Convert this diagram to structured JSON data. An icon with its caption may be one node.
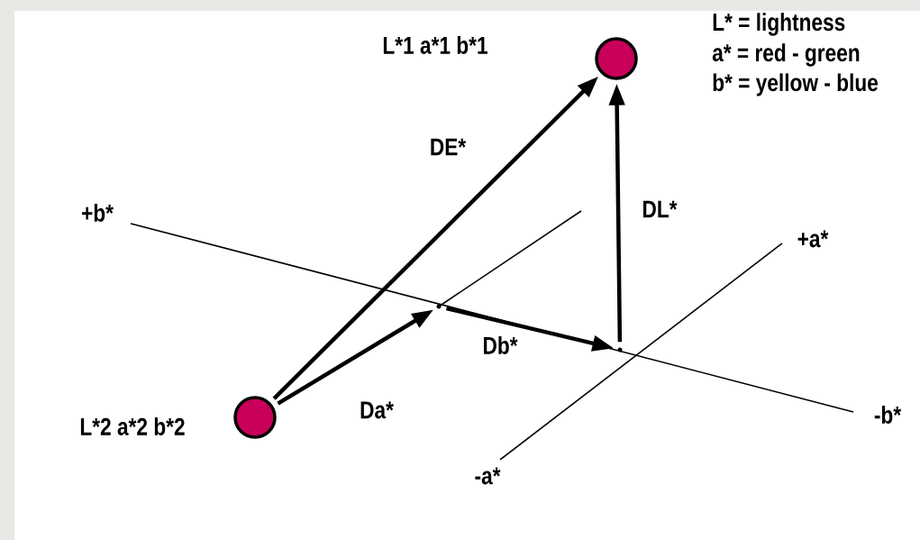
{
  "diagram": {
    "nodes": [
      {
        "text": [],
        "shape": "circle"
      },
      {
        "text": [],
        "shape": "circle"
      },
      {
        "text": [],
        "shape": "point"
      },
      {
        "text": [],
        "shape": "point"
      }
    ],
    "edges": [
      {
        "from": 1,
        "to": 0,
        "arrow": "to",
        "label": "DE*"
      },
      {
        "from": 1,
        "to": 2,
        "arrow": "to",
        "label": "Da*"
      },
      {
        "from": 2,
        "to": 3,
        "arrow": "to",
        "label": "Db*"
      },
      {
        "from": 3,
        "to": 0,
        "arrow": "to",
        "label": "DL*"
      }
    ],
    "labels": [
      "L*1 a*1 b*1",
      "L*2 a*2 b*2",
      "L* = lightness",
      "a* = red - green",
      "b* = yellow - blue",
      "+b*",
      "+a*",
      "-b*",
      "-a*"
    ]
  }
}
